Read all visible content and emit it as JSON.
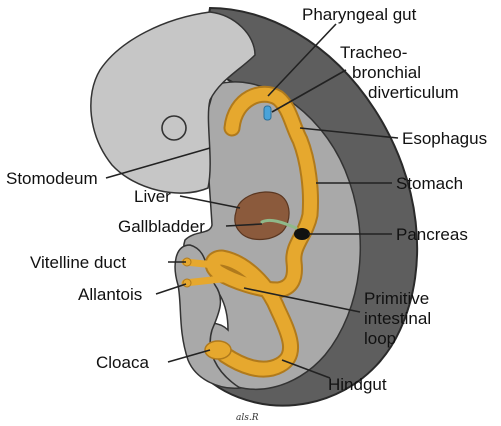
{
  "labels": {
    "pharyngeal_gut": "Pharyngeal gut",
    "tracheo_line1": "Tracheo-",
    "tracheo_line2": "bronchial",
    "tracheo_line3": "diverticulum",
    "esophagus": "Esophagus",
    "stomodeum": "Stomodeum",
    "stomach": "Stomach",
    "liver": "Liver",
    "gallbladder": "Gallbladder",
    "pancreas": "Pancreas",
    "vitelline_duct": "Vitelline duct",
    "allantois": "Allantois",
    "primitive_line1": "Primitive",
    "primitive_line2": "intestinal",
    "primitive_line3": "loop",
    "cloaca": "Cloaca",
    "hindgut": "Hindgut"
  },
  "signature": "als.R",
  "colors": {
    "embryo_outer": "#5e5e5e",
    "embryo_body": "#a9a9a9",
    "embryo_head": "#c6c6c6",
    "gut_tube": "#e6a82e",
    "gut_edge": "#b07a1c",
    "liver": "#8b5a3c",
    "gallbladder": "#8fb98a",
    "diverticulum": "#4aa3d9",
    "pancreas": "#111111"
  }
}
